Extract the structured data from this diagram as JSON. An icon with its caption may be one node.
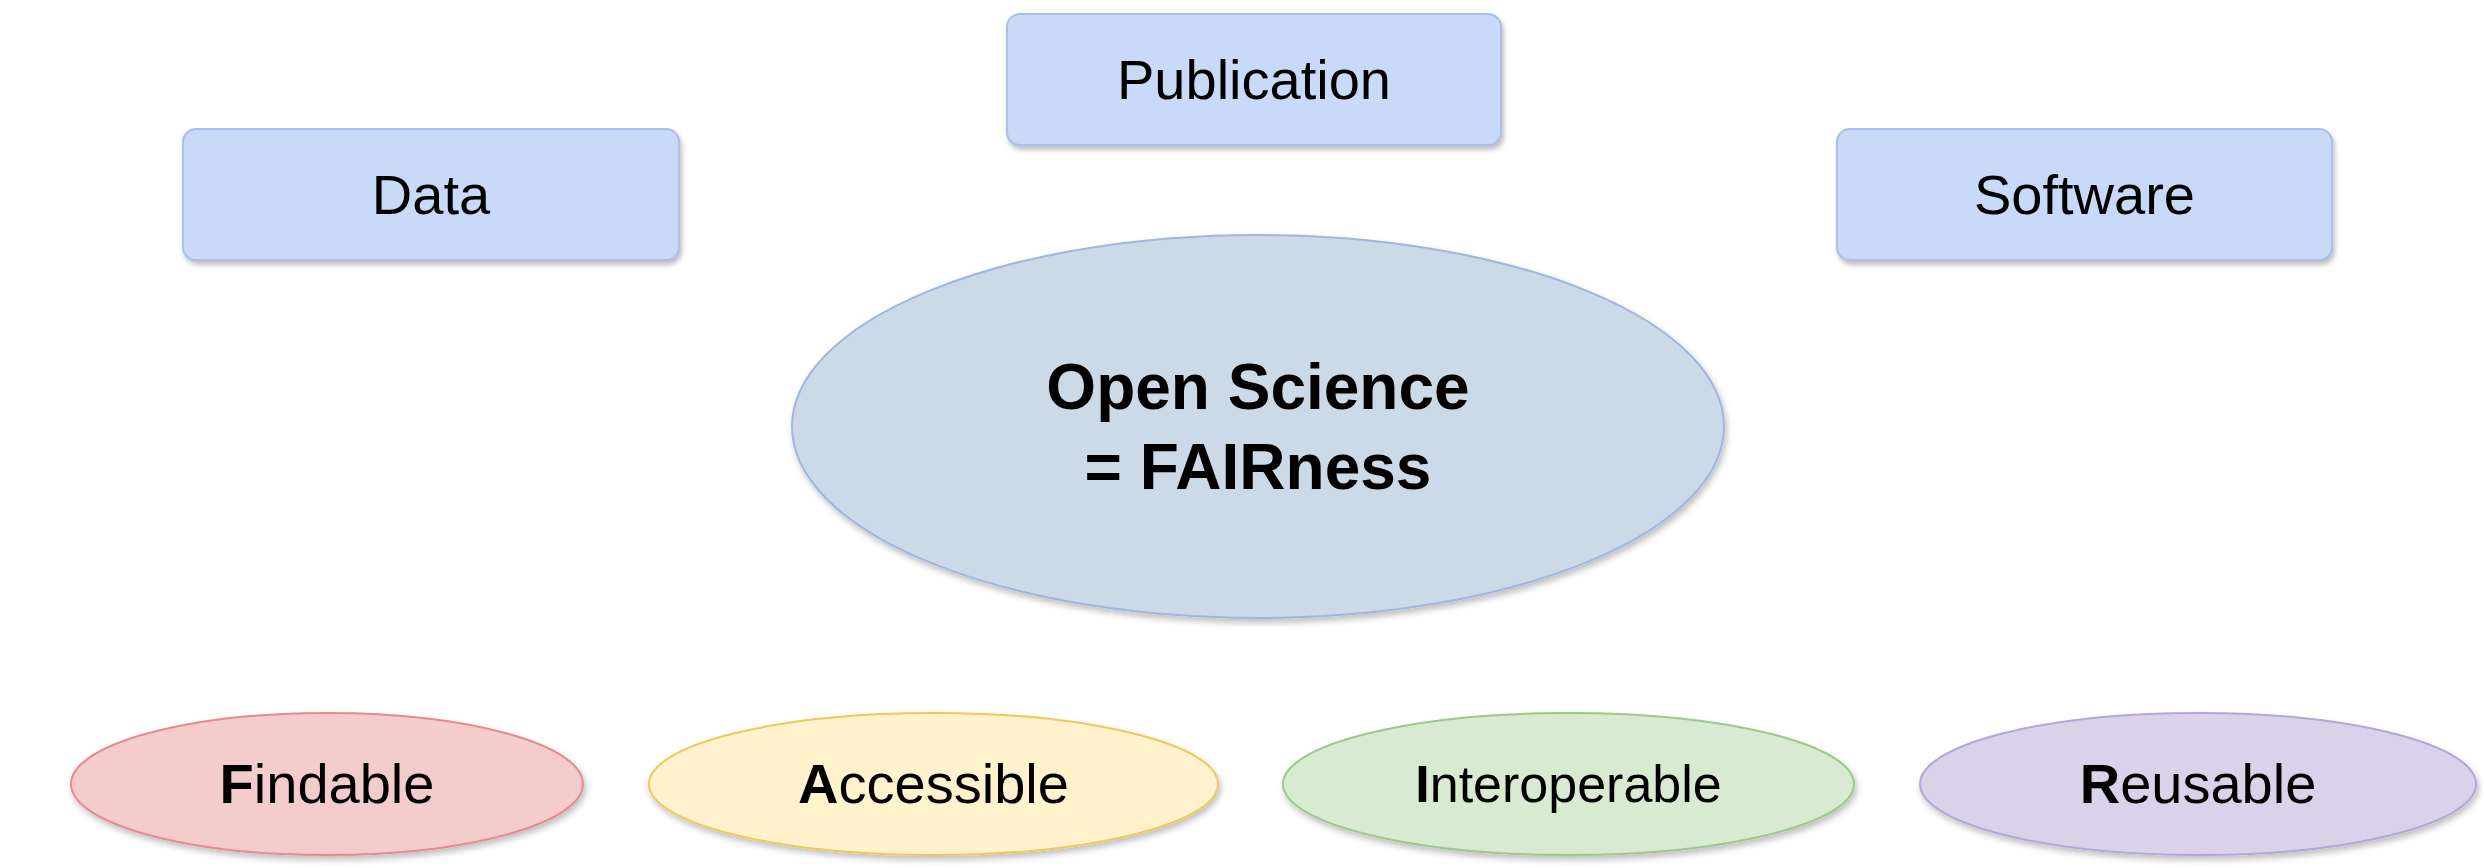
{
  "diagram": {
    "nodes": [
      {
        "text": [
          "Publication"
        ]
      },
      {
        "text": [
          "Data"
        ]
      },
      {
        "text": [
          "Software"
        ]
      },
      {
        "text": [
          "Open Science = FAIRness"
        ]
      },
      {
        "text": [
          "**F**indable"
        ]
      },
      {
        "text": [
          "**A**ccessible"
        ]
      },
      {
        "text": [
          "**I**nteroperable"
        ]
      },
      {
        "text": [
          "**R**eusable"
        ]
      }
    ]
  }
}
